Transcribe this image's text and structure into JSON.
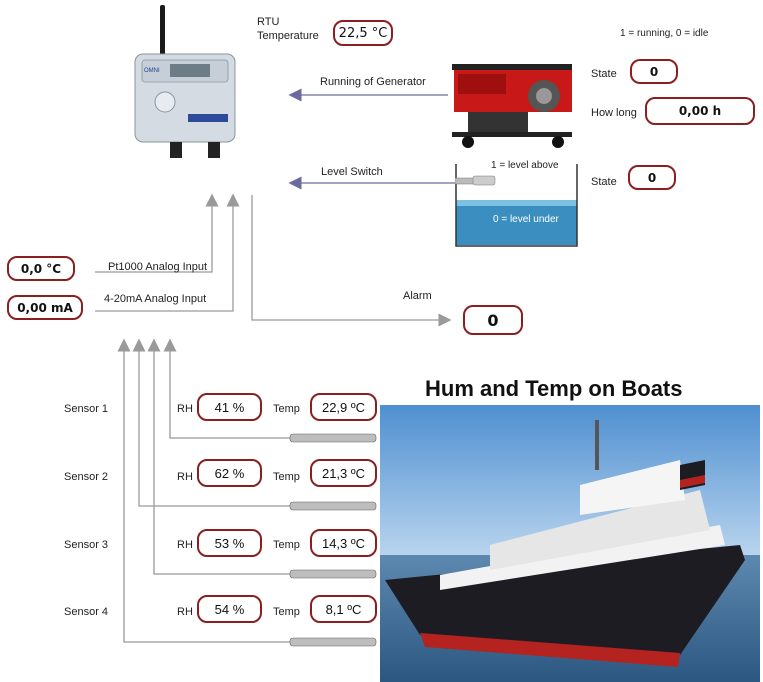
{
  "rtu": {
    "label_line1": "RTU",
    "label_line2": "Temperature",
    "value": "22,5 °C",
    "legend": "1 = running, 0 = idle",
    "brand": "OMNI"
  },
  "generator": {
    "label": "Running of Generator",
    "state_label": "State",
    "state_value": "0",
    "how_long_label": "How long",
    "how_long_value": "0,00 h"
  },
  "level": {
    "label": "Level Switch",
    "above_text": "1 = level above",
    "under_text": "0 = level under",
    "state_label": "State",
    "state_value": "0"
  },
  "analog": {
    "pt1000_label": "Pt1000 Analog Input",
    "pt1000_value": "0,0 °C",
    "ma_label": "4-20mA Analog Input",
    "ma_value": "0,00 mA"
  },
  "alarm": {
    "label": "Alarm",
    "value": "0"
  },
  "boats_title": "Hum and Temp on Boats",
  "sensors": [
    {
      "name": "Sensor 1",
      "rh_label": "RH",
      "rh": "41 %",
      "temp_label": "Temp",
      "temp": "22,9 ºC"
    },
    {
      "name": "Sensor 2",
      "rh_label": "RH",
      "rh": "62 %",
      "temp_label": "Temp",
      "temp": "21,3 ºC"
    },
    {
      "name": "Sensor 3",
      "rh_label": "RH",
      "rh": "53 %",
      "temp_label": "Temp",
      "temp": "14,3 ºC"
    },
    {
      "name": "Sensor 4",
      "rh_label": "RH",
      "rh": "54 %",
      "temp_label": "Temp",
      "temp": "8,1 ºC"
    }
  ],
  "colors": {
    "border": "#8b1e1e",
    "arrow_blue": "#6a6aa0",
    "arrow_grey": "#9a9a9a",
    "water": "#3a8fc0",
    "generator_red": "#c81818",
    "sea": "#4a7fa8"
  }
}
